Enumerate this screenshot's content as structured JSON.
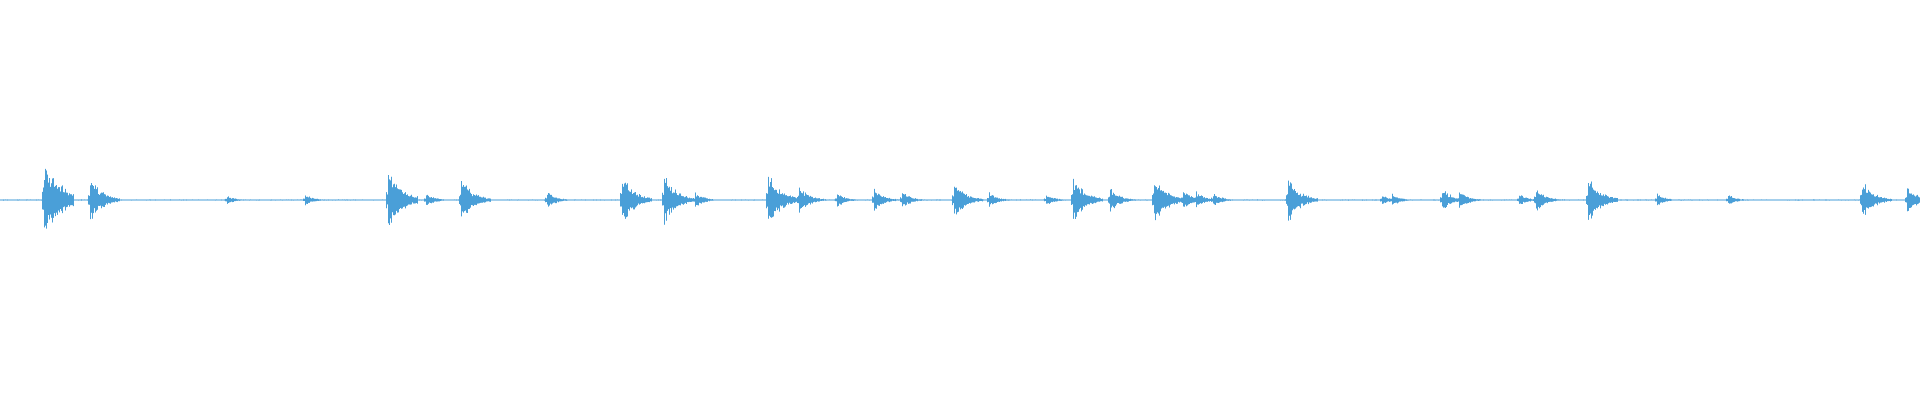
{
  "waveform": {
    "color": "#4a9fd8",
    "background": "#ffffff",
    "baseline_level": 0.0,
    "noise_level": 0.008,
    "peak_scale": 0.6,
    "transients": [
      {
        "t": 0.023,
        "amp": 1.0
      },
      {
        "t": 0.047,
        "amp": 0.55
      },
      {
        "t": 0.118,
        "amp": 0.12
      },
      {
        "t": 0.159,
        "amp": 0.15
      },
      {
        "t": 0.202,
        "amp": 0.75
      },
      {
        "t": 0.222,
        "amp": 0.18
      },
      {
        "t": 0.24,
        "amp": 0.55
      },
      {
        "t": 0.285,
        "amp": 0.22
      },
      {
        "t": 0.324,
        "amp": 0.6
      },
      {
        "t": 0.346,
        "amp": 0.6
      },
      {
        "t": 0.362,
        "amp": 0.2
      },
      {
        "t": 0.4,
        "amp": 0.65
      },
      {
        "t": 0.416,
        "amp": 0.35
      },
      {
        "t": 0.436,
        "amp": 0.18
      },
      {
        "t": 0.455,
        "amp": 0.28
      },
      {
        "t": 0.47,
        "amp": 0.22
      },
      {
        "t": 0.497,
        "amp": 0.45
      },
      {
        "t": 0.515,
        "amp": 0.2
      },
      {
        "t": 0.545,
        "amp": 0.15
      },
      {
        "t": 0.559,
        "amp": 0.55
      },
      {
        "t": 0.578,
        "amp": 0.3
      },
      {
        "t": 0.601,
        "amp": 0.6
      },
      {
        "t": 0.616,
        "amp": 0.25
      },
      {
        "t": 0.623,
        "amp": 0.22
      },
      {
        "t": 0.632,
        "amp": 0.18
      },
      {
        "t": 0.671,
        "amp": 0.55
      },
      {
        "t": 0.72,
        "amp": 0.12
      },
      {
        "t": 0.725,
        "amp": 0.15
      },
      {
        "t": 0.751,
        "amp": 0.3
      },
      {
        "t": 0.76,
        "amp": 0.25
      },
      {
        "t": 0.791,
        "amp": 0.15
      },
      {
        "t": 0.8,
        "amp": 0.3
      },
      {
        "t": 0.827,
        "amp": 0.6
      },
      {
        "t": 0.863,
        "amp": 0.15
      },
      {
        "t": 0.9,
        "amp": 0.15
      },
      {
        "t": 0.97,
        "amp": 0.5
      },
      {
        "t": 0.993,
        "amp": 0.35
      }
    ]
  }
}
